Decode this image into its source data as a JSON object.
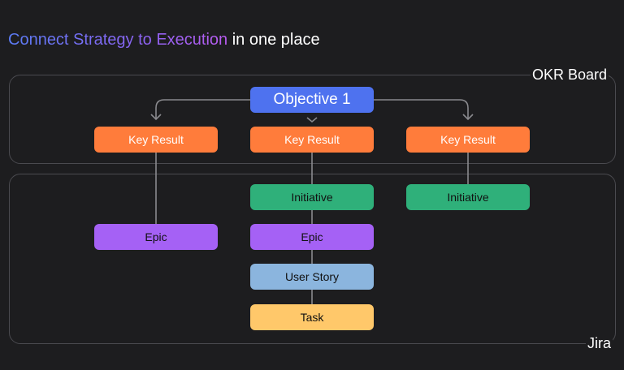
{
  "headline": {
    "highlight": "Connect Strategy to Execution",
    "rest": " in one place"
  },
  "regions": {
    "okr_board": "OKR Board",
    "jira": "Jira"
  },
  "objective": {
    "label": "Objective 1"
  },
  "key_results": [
    "Key Result",
    "Key Result",
    "Key Result"
  ],
  "initiatives": [
    "Initiative",
    "Initiative"
  ],
  "epics": [
    "Epic",
    "Epic"
  ],
  "user_story": "User Story",
  "task": "Task",
  "colors": {
    "objective": "#4e72ef",
    "key_result": "#ff7c3b",
    "initiative": "#2fb07a",
    "epic": "#a561f5",
    "user_story": "#8bb5de",
    "task": "#ffc86a"
  }
}
